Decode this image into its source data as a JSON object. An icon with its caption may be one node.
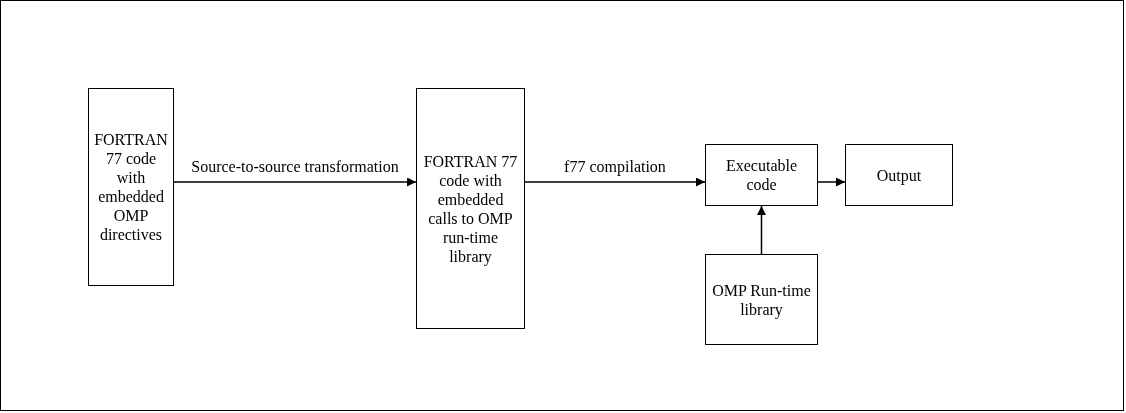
{
  "diagram": {
    "nodes": [
      {
        "text": [
          "FORTRAN 77 code with embedded OMP directives"
        ]
      },
      {
        "text": [
          "FORTRAN 77 code with embedded calls to OMP run-time library"
        ]
      },
      {
        "text": [
          "Executable code"
        ]
      },
      {
        "text": [
          "Output"
        ]
      },
      {
        "text": [
          "OMP Run-time library"
        ]
      }
    ],
    "edges": [
      {
        "from": 0,
        "to": 1,
        "arrow": "to",
        "label": "Source-to-source transformation"
      },
      {
        "from": 1,
        "to": 2,
        "arrow": "to",
        "label": "f77 compilation"
      },
      {
        "from": 2,
        "to": 3,
        "arrow": "to"
      },
      {
        "from": 4,
        "to": 2,
        "arrow": "to"
      }
    ]
  }
}
